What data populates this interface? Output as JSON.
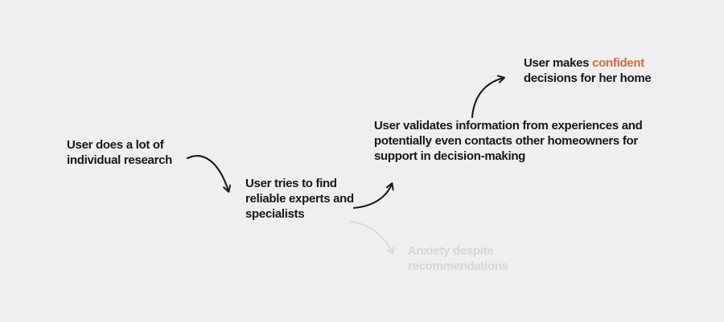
{
  "canvas": {
    "type": "user-journey-flow-diagram",
    "colors": {
      "background": "#efeff1",
      "text": "#171717",
      "accent": "#d0693b",
      "muted": "#d7d6d6",
      "arrow": "#1a1a1a",
      "arrow_muted": "#dcdbdb"
    }
  },
  "nodes": {
    "research": {
      "text": "User does a lot of\nindividual research"
    },
    "experts": {
      "text": "User tries to find\nreliable experts and\nspecialists"
    },
    "validate": {
      "text": "User validates information from experiences and\npotentially even contacts other homeowners for\nsupport in decision-making"
    },
    "confident": {
      "line1_pre": "User makes ",
      "line1_accent": "confident",
      "line2": "decisions for her home"
    },
    "anxiety": {
      "text": "Anxiety despite\nrecommendations"
    }
  },
  "arrows": [
    {
      "name": "research-to-experts",
      "style": "solid-dark"
    },
    {
      "name": "experts-to-validates",
      "style": "solid-dark"
    },
    {
      "name": "validates-to-confident",
      "style": "solid-dark"
    },
    {
      "name": "experts-to-anxiety",
      "style": "muted"
    }
  ]
}
